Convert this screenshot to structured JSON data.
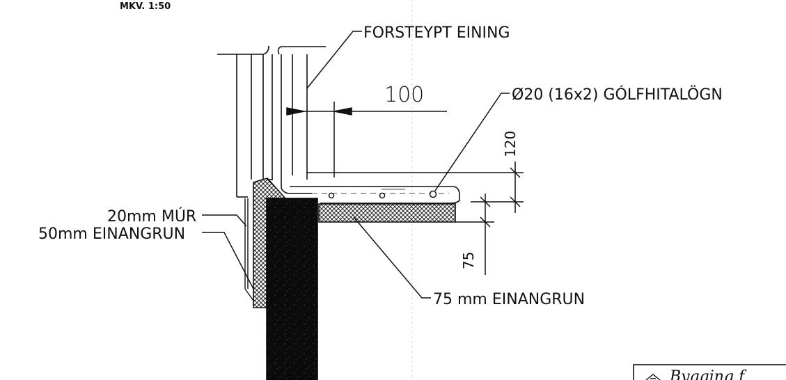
{
  "scale": "MKV. 1:50",
  "labels": {
    "precast_unit": "FORSTEYPT EINING",
    "floor_heating_pipe": "Ø20 (16x2) GÓLFHITALÖGN",
    "plaster": "20mm MÚR",
    "wall_insulation": "50mm EINANGRUN",
    "floor_insulation": "75 mm EINANGRUN"
  },
  "dimensions": {
    "horizontal_offset": "100",
    "slab_thickness": "120",
    "insulation_thickness": "75"
  },
  "stamp": {
    "partial_text": "Bygging f"
  },
  "colors": {
    "line": "#111111",
    "concrete": "#0b0b0b",
    "hatch": "#222222"
  }
}
